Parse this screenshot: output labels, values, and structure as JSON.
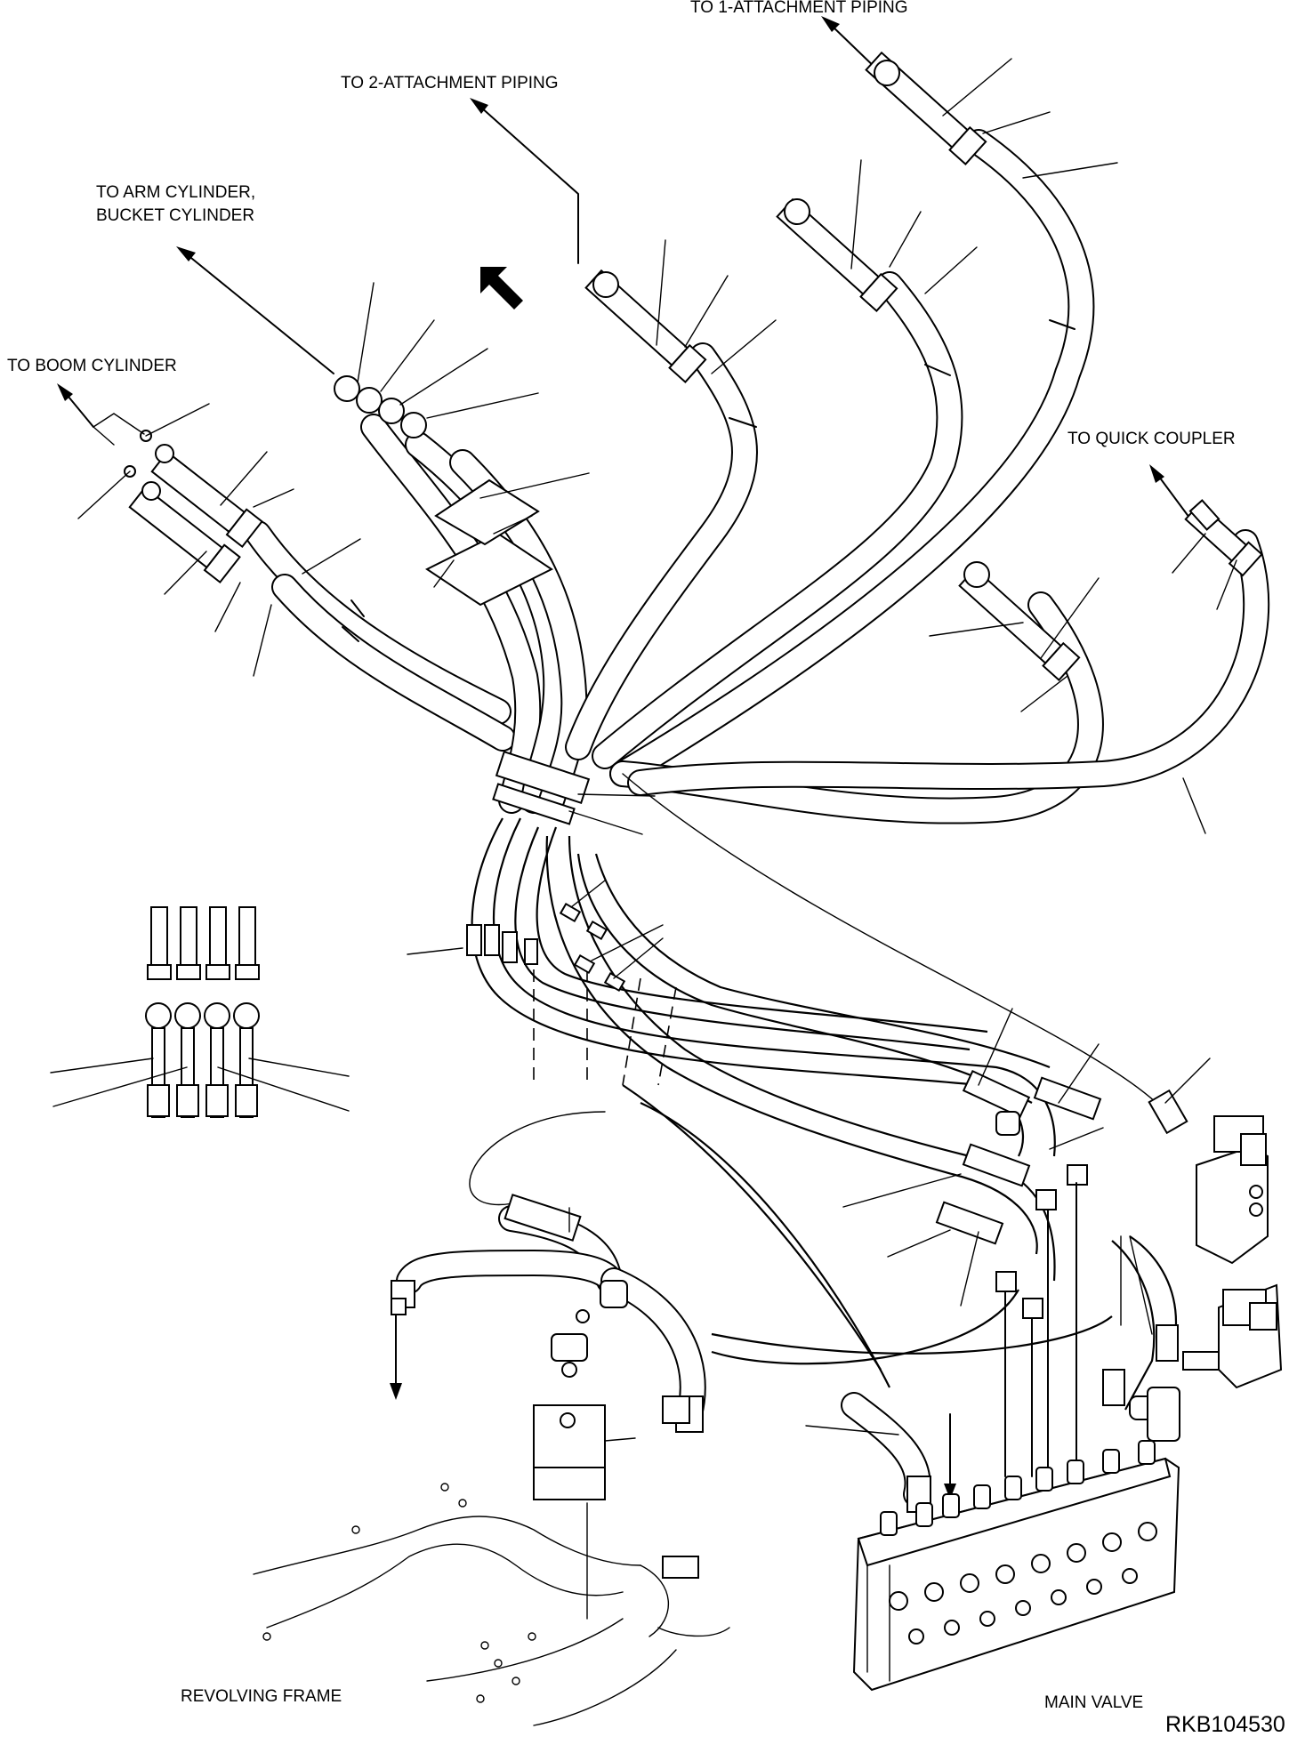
{
  "drawing_code": "RKB104530",
  "labels": {
    "to_1_attachment": "TO 1-ATTACHMENT PIPING",
    "to_2_attachment": "TO 2-ATTACHMENT PIPING",
    "to_arm_line1": "TO ARM CYLINDER,",
    "to_arm_line2": "BUCKET CYLINDER",
    "to_boom": "TO BOOM CYLINDER",
    "to_quick_coupler": "TO QUICK COUPLER",
    "revolving_frame": "REVOLVING FRAME",
    "main_valve": "MAIN VALVE"
  }
}
